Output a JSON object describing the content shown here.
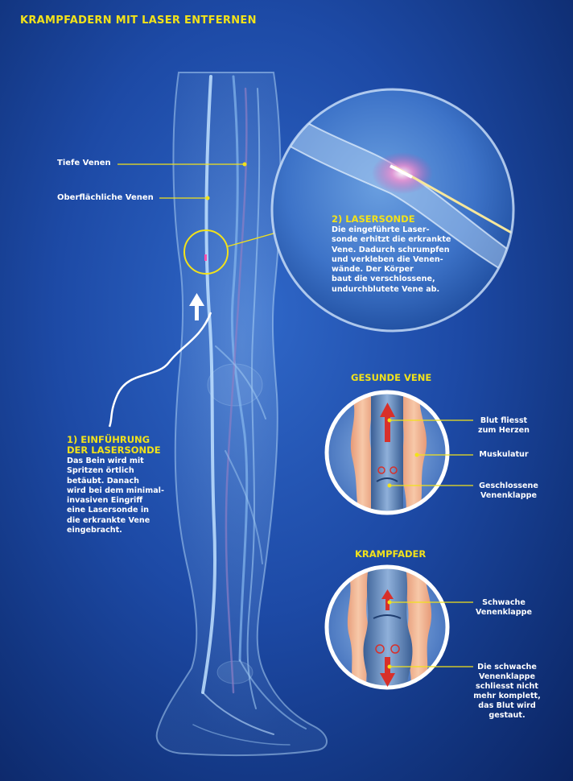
{
  "title": "KRAMPFADERN MIT LASER ENTFERNEN",
  "labels": {
    "deep_veins": "Tiefe Venen",
    "superficial_veins": "Oberflächliche Venen"
  },
  "step1": {
    "heading_line1": "1) EINFÜHRUNG",
    "heading_line2": "DER LASERSONDE",
    "text": "Das Bein wird mit\nSpritzen örtlich\nbetäubt. Danach\nwird bei dem minimal-\ninvasiven Eingriff\neine Lasersonde in\ndie erkrankte Vene\neingebracht."
  },
  "step2": {
    "heading": "2) LASERSONDE",
    "text": "Die eingeführte Laser-\nsonde erhitzt die erkrankte\nVene. Dadurch schrumpfen\nund verkleben die Venen-\nwände. Der Körper\nbaut die verschlossene,\nundurchblutete Vene ab."
  },
  "healthy": {
    "heading": "GESUNDE VENE",
    "label_flow": "Blut fliesst\nzum Herzen",
    "label_muscle": "Muskulatur",
    "label_valve": "Geschlossene\nVenenklappe"
  },
  "varicose": {
    "heading": "KRAMPFADER",
    "label_weak": "Schwache\nVenenklappe",
    "label_backflow": "Die schwache\nVenenklappe\nschliesst nicht\nmehr komplett,\ndas Blut wird\ngestaut."
  },
  "colors": {
    "accent_yellow": "#f2e21a",
    "background_blue": "#1d4aa6",
    "arrow_red": "#d8302a",
    "muscle_peach": "#f0b08c"
  }
}
